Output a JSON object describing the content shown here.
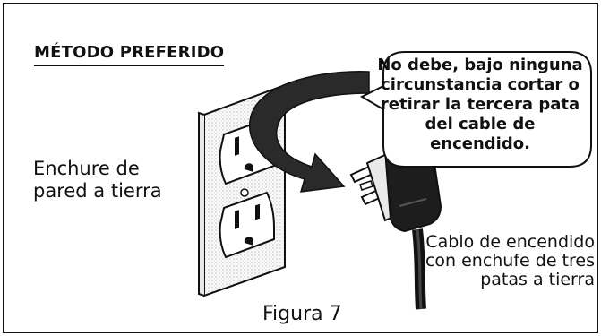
{
  "heading": "MÉTODO PREFERIDO",
  "outlet_label": [
    "Enchure de",
    "pared a tierra"
  ],
  "warning_lines": [
    "No debe, bajo ninguna",
    "circunstancia cortar o",
    "retirar la tercera pata",
    "del cable de",
    "encendido."
  ],
  "cord_label": [
    "Cablo de encendido",
    "con enchufe de tres",
    "patas a tierra"
  ],
  "figure_caption": "Figura 7",
  "colors": {
    "ink": "#111111",
    "arrow": "#222222",
    "bubble": "#ffffff",
    "plate": "#f7f7f7"
  }
}
